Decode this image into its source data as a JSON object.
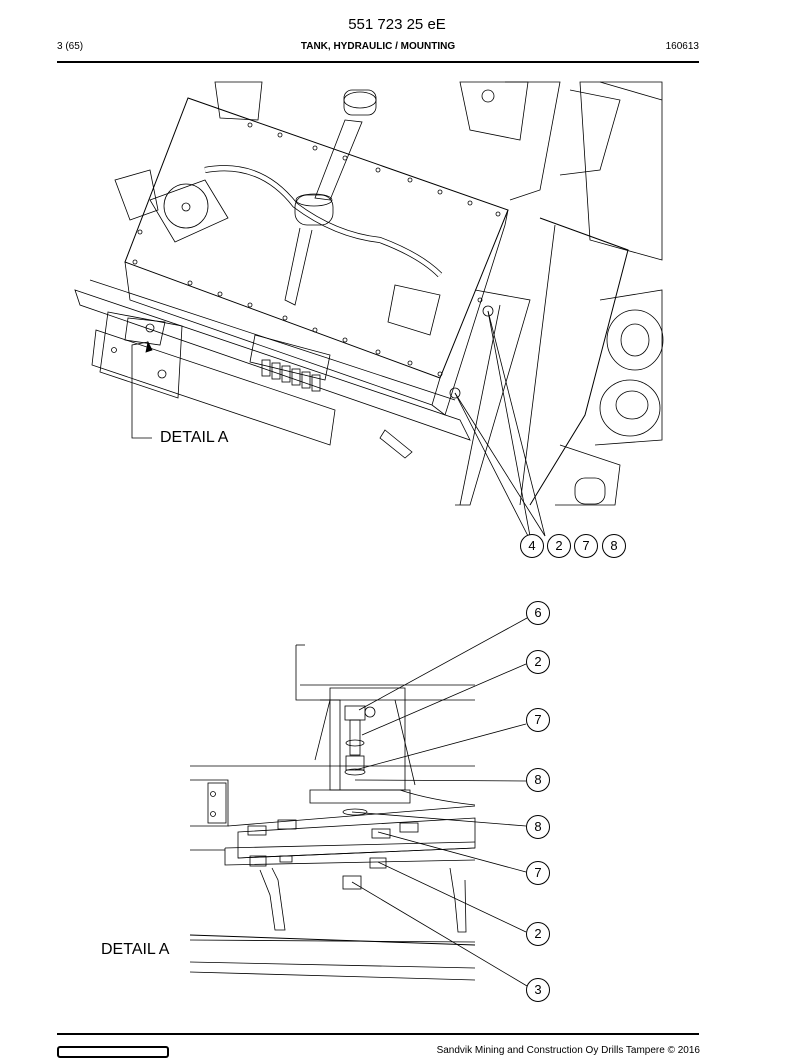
{
  "header": {
    "doc_number": "551 723 25 eE",
    "page": "3 (65)",
    "title": "TANK, HYDRAULIC / MOUNTING",
    "date": "160613"
  },
  "labels": {
    "detail_top": "DETAIL A",
    "detail_bottom": "DETAIL A"
  },
  "callouts_top": [
    "4",
    "2",
    "7",
    "8"
  ],
  "callouts_bottom": [
    "6",
    "2",
    "7",
    "8",
    "8",
    "7",
    "2",
    "3"
  ],
  "footer": {
    "copyright": "Sandvik Mining and Construction Oy Drills Tampere © 2016"
  }
}
